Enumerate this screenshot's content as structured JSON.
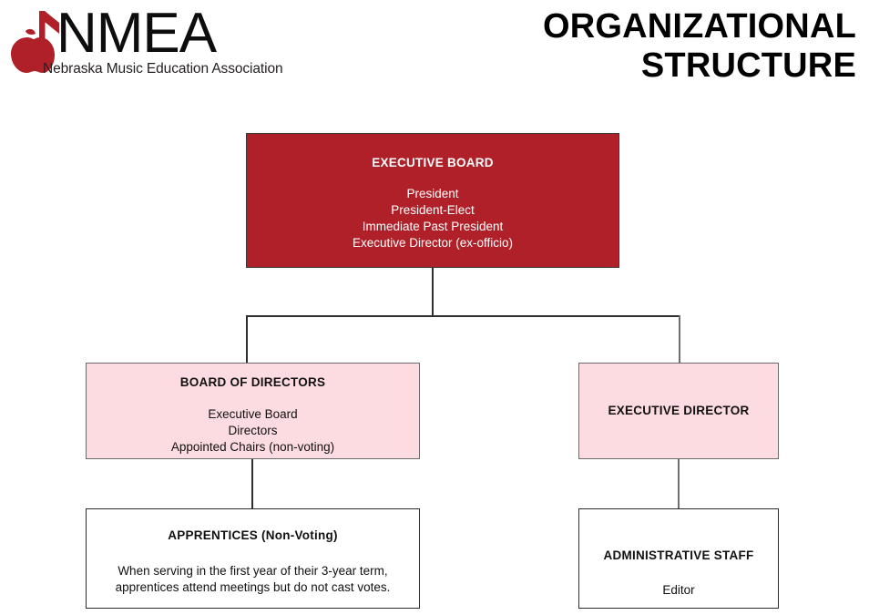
{
  "header": {
    "logo": {
      "icon": "apple-music-note-icon",
      "wordmark": "NMEA",
      "subtitle": "Nebraska Music Education Association",
      "mark_color": "#b02028"
    },
    "title_line1": "ORGANIZATIONAL",
    "title_line2": "STRUCTURE"
  },
  "colors": {
    "crimson": "#b02028",
    "pink": "#fcdce1",
    "white": "#ffffff",
    "connector": "#2e2e2e"
  },
  "chart": {
    "type": "org-chart",
    "nodes": [
      {
        "id": "executive-board",
        "title": "EXECUTIVE BOARD",
        "lines": [
          "President",
          "President-Elect",
          "Immediate Past President",
          "Executive Director (ex-officio)"
        ],
        "style": "crimson"
      },
      {
        "id": "board-of-directors",
        "title": "BOARD OF DIRECTORS",
        "lines": [
          "Executive Board",
          "Directors",
          "Appointed Chairs (non-voting)"
        ],
        "style": "pink"
      },
      {
        "id": "executive-director",
        "title": "EXECUTIVE DIRECTOR",
        "lines": [],
        "style": "pink"
      },
      {
        "id": "apprentices",
        "title": "APPRENTICES (Non-Voting)",
        "lines": [
          "When serving in the first year of their 3-year term,",
          "apprentices attend meetings but do not cast votes."
        ],
        "style": "white"
      },
      {
        "id": "administrative-staff",
        "title": "ADMINISTRATIVE STAFF",
        "lines": [
          "Editor"
        ],
        "style": "white"
      }
    ],
    "edges": [
      {
        "from": "executive-board",
        "to": "board-of-directors"
      },
      {
        "from": "executive-board",
        "to": "executive-director"
      },
      {
        "from": "board-of-directors",
        "to": "apprentices"
      },
      {
        "from": "executive-director",
        "to": "administrative-staff"
      }
    ]
  }
}
